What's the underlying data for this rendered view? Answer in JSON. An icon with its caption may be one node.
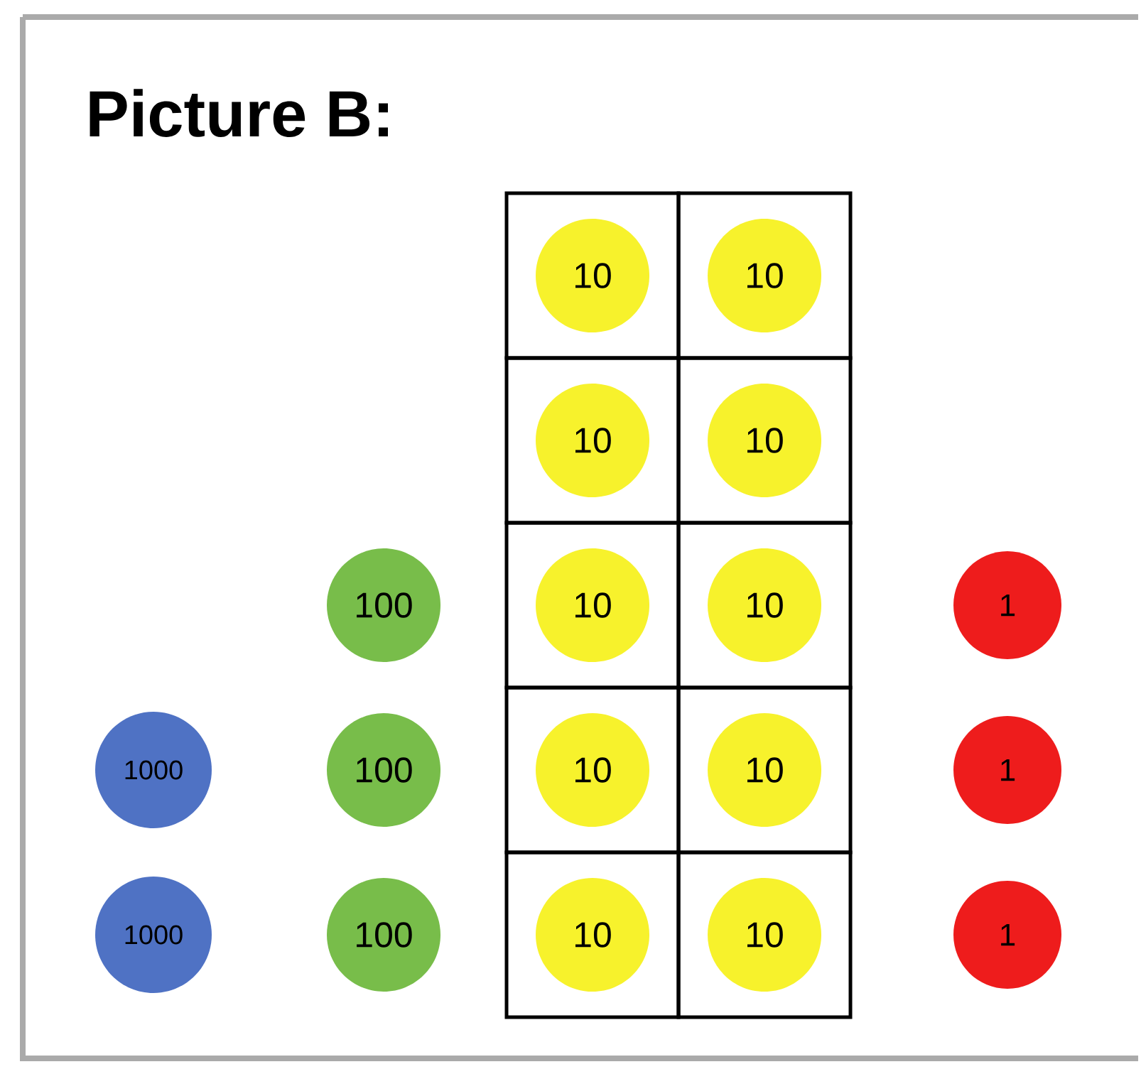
{
  "diagram": {
    "title": "Picture B:",
    "nodes": [
      {
        "text": [],
        "shape": "box"
      },
      {
        "text": [
          "10"
        ],
        "in": 0
      },
      {
        "text": [],
        "shape": "box"
      },
      {
        "text": [
          "10"
        ],
        "in": 2
      },
      {
        "text": [],
        "shape": "box"
      },
      {
        "text": [
          "10"
        ],
        "in": 4
      },
      {
        "text": [],
        "shape": "box"
      },
      {
        "text": [
          "10"
        ],
        "in": 6
      },
      {
        "text": [
          "100"
        ]
      },
      {
        "text": [],
        "shape": "box"
      },
      {
        "text": [
          "10"
        ],
        "in": 9
      },
      {
        "text": [],
        "shape": "box"
      },
      {
        "text": [
          "10"
        ],
        "in": 11
      },
      {
        "text": [
          "1"
        ]
      },
      {
        "text": [
          "1000"
        ]
      },
      {
        "text": [
          "100"
        ]
      },
      {
        "text": [],
        "shape": "box"
      },
      {
        "text": [
          "10"
        ],
        "in": 16
      },
      {
        "text": [],
        "shape": "box"
      },
      {
        "text": [
          "10"
        ],
        "in": 18
      },
      {
        "text": [
          "1"
        ]
      },
      {
        "text": [
          "1000"
        ]
      },
      {
        "text": [
          "100"
        ]
      },
      {
        "text": [],
        "shape": "box"
      },
      {
        "text": [
          "10"
        ],
        "in": 23
      },
      {
        "text": [],
        "shape": "box"
      },
      {
        "text": [
          "10"
        ],
        "in": 25
      },
      {
        "text": [
          "1"
        ]
      }
    ]
  }
}
